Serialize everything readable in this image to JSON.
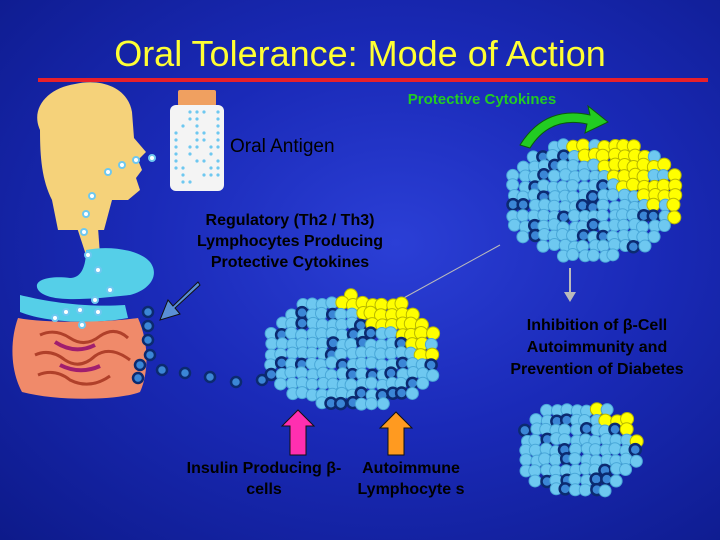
{
  "title": "Oral Tolerance: Mode of Action",
  "labels": {
    "protective_cytokines": "Protective Cytokines",
    "oral_antigen": "Oral Antigen",
    "regulatory": "Regulatory (Th2 / Th3) Lymphocytes Producing Protective Cytokines",
    "inhibition": "Inhibition of β-Cell Autoimmunity and Prevention of Diabetes",
    "insulin_producing": "Insulin Producing β-cells",
    "autoimmune": "Autoimmune Lymphocyte s"
  },
  "colors": {
    "title": "#ffff33",
    "rule": "#e8202a",
    "cytokines": "#22cc22",
    "beta_cell": "#6ec8f0",
    "lymphocyte": "#ffff00",
    "face": "#f5d27a"
  }
}
